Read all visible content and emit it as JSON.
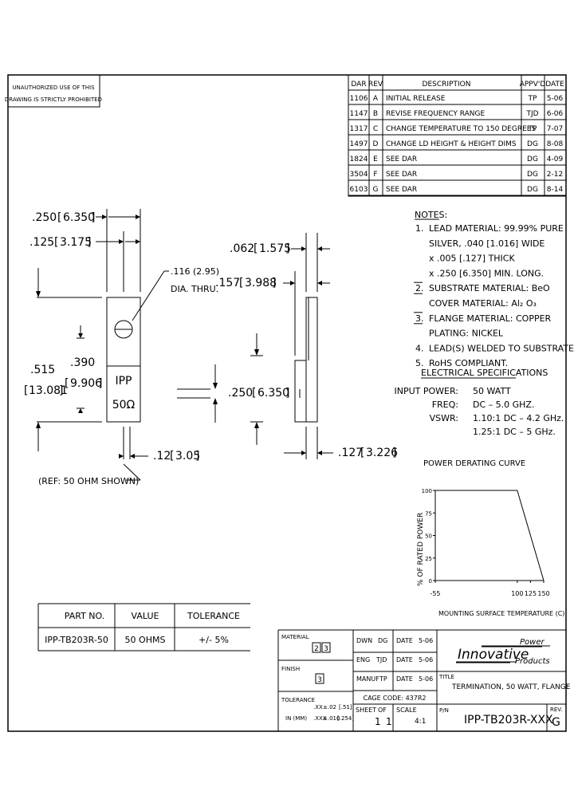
{
  "warning": {
    "line1": "UNAUTHORIZED USE OF THIS",
    "line2": "DRAWING IS STRICTLY PROHIBITED"
  },
  "revision_table": {
    "headers": [
      "DAR",
      "REV",
      "DESCRIPTION",
      "APPV'D",
      "DATE"
    ],
    "rows": [
      [
        "1106",
        "A",
        "INITIAL RELEASE",
        "TP",
        "5-06"
      ],
      [
        "1147",
        "B",
        "REVISE FREQUENCY RANGE",
        "TJD",
        "6-06"
      ],
      [
        "1317",
        "C",
        "CHANGE TEMPERATURE TO 150 DEGREES",
        "TP",
        "7-07"
      ],
      [
        "1497",
        "D",
        "CHANGE LD HEIGHT & HEIGHT DIMS",
        "DG",
        "8-08"
      ],
      [
        "1824",
        "E",
        "SEE DAR",
        "DG",
        "4-09"
      ],
      [
        "3504",
        "F",
        "SEE DAR",
        "DG",
        "2-12"
      ],
      [
        "6103",
        "G",
        "SEE DAR",
        "DG",
        "8-14"
      ]
    ]
  },
  "dimensions": {
    "d250": ".250",
    "d250_mm": "6.350",
    "d125": ".125",
    "d125_mm": "3.175",
    "hole_line1": ".116 (2.95)",
    "hole_line2": "DIA. THRU.",
    "d515": ".515",
    "d515_mm": "13.081",
    "d390": ".390",
    "d390_mm": "9.906",
    "d062": ".062",
    "d062_mm": "1.575",
    "d157": ".157",
    "d157_mm": "3.988",
    "lead_w": ".250",
    "lead_w_mm": "6.350",
    "d12": ".12",
    "d12_mm": "3.05",
    "d127": ".127",
    "d127_mm": "3.226",
    "ref_note": "(REF: 50 OHM SHOWN)"
  },
  "device": {
    "label1": "IPP",
    "label2": "50Ω"
  },
  "notes": {
    "title": "NOTES:",
    "lines": [
      {
        "num": "1.",
        "text": "LEAD MATERIAL: 99.99% PURE"
      },
      {
        "num": "",
        "text": "SILVER, .040 [1.016] WIDE"
      },
      {
        "num": "",
        "text": "x .005 [.127] THICK"
      },
      {
        "num": "",
        "text": "x .250 [6.350] MIN. LONG."
      },
      {
        "num": "2.",
        "text": "SUBSTRATE MATERIAL: BeO"
      },
      {
        "num": "",
        "text": "COVER MATERIAL: Al₂ O₃"
      },
      {
        "num": "3.",
        "text": "FLANGE MATERIAL: COPPER"
      },
      {
        "num": "",
        "text": "PLATING: NICKEL"
      },
      {
        "num": "4.",
        "text": "LEAD(S) WELDED TO SUBSTRATE."
      },
      {
        "num": "5.",
        "text": "RoHS COMPLIANT."
      }
    ]
  },
  "electrical": {
    "title": "ELECTRICAL SPECIFICATIONS",
    "rows": [
      {
        "label": "INPUT POWER:",
        "value": "50 WATT"
      },
      {
        "label": "FREQ:",
        "value": "DC – 5.0 GHZ."
      },
      {
        "label": "VSWR:",
        "value": "1.10:1 DC – 4.2 GHz."
      },
      {
        "label": "",
        "value": "1.25:1 DC – 5 GHz."
      }
    ]
  },
  "chart_data": {
    "type": "line",
    "title": "POWER DERATING CURVE",
    "xlabel": "MOUNTING SURFACE TEMPERATURE (C)",
    "ylabel": "% OF RATED POWER",
    "x": [
      -55,
      100,
      150
    ],
    "y": [
      100,
      100,
      0
    ],
    "xticks": [
      "-55",
      "100",
      "125",
      "150"
    ],
    "yticks": [
      "100",
      "75",
      "50",
      "25",
      "0"
    ],
    "xlim": [
      -55,
      150
    ],
    "ylim": [
      0,
      100
    ],
    "grid": false
  },
  "parts_table": {
    "headers": [
      "PART NO.",
      "VALUE",
      "TOLERANCE"
    ],
    "rows": [
      [
        "IPP-TB203R-50",
        "50 OHMS",
        "+/- 5%"
      ]
    ]
  },
  "title_block": {
    "material_label": "MATERIAL",
    "material_refs": [
      "2",
      "3"
    ],
    "finish_label": "FINISH",
    "finish_ref": "3",
    "tolerance_label": "TOLERANCE",
    "tol_in": "IN (MM)",
    "tol_xx": ".XX",
    "tol_xx_val": "±.02",
    "tol_xx_mm": "[.51]",
    "tol_xxx": ".XXX",
    "tol_xxx_val": "±.010",
    "tol_xxx_mm": "[.254]",
    "dwn_label": "DWN",
    "dwn": "DG",
    "eng_label": "ENG",
    "eng": "TJD",
    "manuf_label": "MANUF",
    "manuf": "TP",
    "date_label": "DATE",
    "dates": [
      "5-06",
      "5-06",
      "5-06"
    ],
    "cage_code": "CAGE CODE: 437R2",
    "sheet_label": "SHEET",
    "of_label": "OF",
    "sheet": "1",
    "of": "1",
    "scale_label": "SCALE",
    "scale": "4:1",
    "company_main": "Innovative",
    "company_top": "Power",
    "company_bottom": "Products",
    "title_label": "TITLE",
    "title": "TERMINATION, 50 WATT, FLANGE",
    "pn_label": "P/N",
    "pn": "IPP-TB203R-XXX",
    "rev_label": "REV.",
    "rev": "G"
  }
}
